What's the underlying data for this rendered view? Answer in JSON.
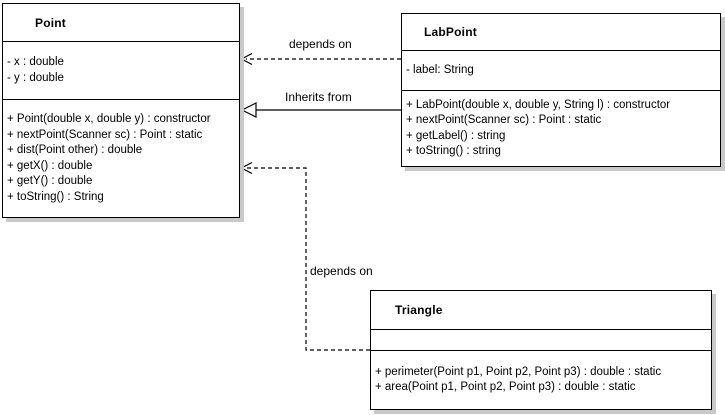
{
  "diagram": {
    "kind": "uml-class-diagram",
    "background_color": "#ffffff",
    "line_color": "#000000",
    "box_fill_color": "#ffffff",
    "shadow_color": "#c9c9c9"
  },
  "classes": [
    {
      "name": "Point",
      "fields": [
        "- x : double",
        "- y : double"
      ],
      "methods": [
        "+ Point(double x, double y) : constructor",
        "+ nextPoint(Scanner sc) : Point : static",
        "+ dist(Point other) : double",
        "+ getX() : double",
        "+ getY() : double",
        "+ toString() : String"
      ]
    },
    {
      "name": "LabPoint",
      "fields": [
        "- label: String"
      ],
      "methods": [
        "+ LabPoint(double x, double y, String l) : constructor",
        "+ nextPoint(Scanner sc) : Point : static",
        "+ getLabel() : string",
        "+ toString() : string"
      ]
    },
    {
      "name": "Triangle",
      "fields": [],
      "methods": [
        "+ perimeter(Point p1, Point p2, Point p3) : double : static",
        "+ area(Point p1, Point p2, Point p3) : double : static"
      ]
    }
  ],
  "relationships": [
    {
      "label": "depends on",
      "type": "dependency",
      "from": "LabPoint",
      "to": "Point"
    },
    {
      "label": "Inherits from",
      "type": "inheritance",
      "from": "LabPoint",
      "to": "Point"
    },
    {
      "label": "depends on",
      "type": "dependency",
      "from": "Triangle",
      "to": "Point"
    }
  ]
}
